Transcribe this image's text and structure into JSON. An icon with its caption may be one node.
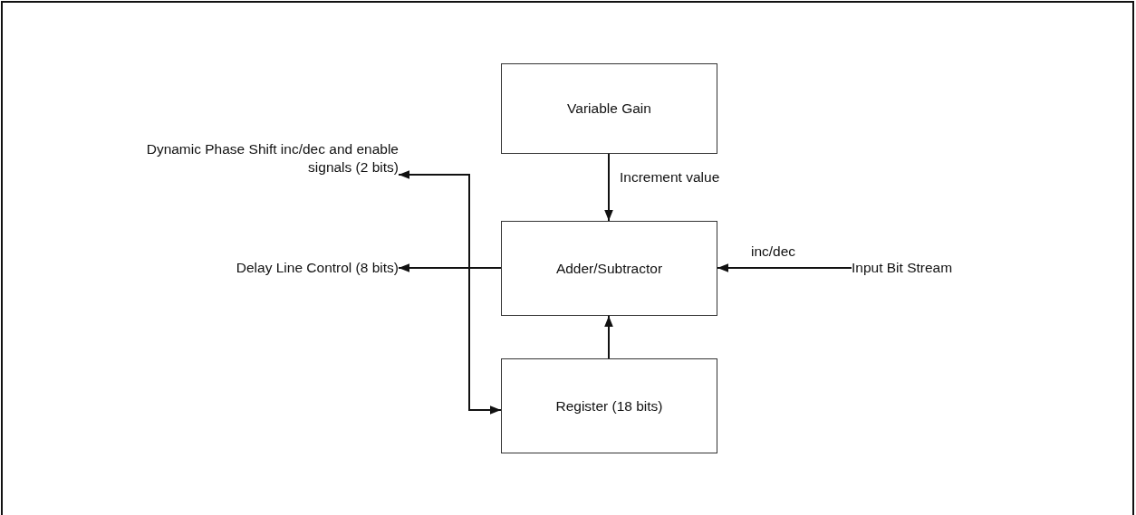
{
  "diagram": {
    "nodes": [
      {
        "text": [
          "Variable Gain"
        ]
      },
      {
        "text": [
          "Dynamic Phase Shift inc/dec and enable signals (2 bits)"
        ]
      },
      {
        "text": [
          "Adder/Subtractor"
        ]
      },
      {
        "text": [
          "Delay Line Control (8 bits)"
        ]
      },
      {
        "text": [
          "Input Bit Stream"
        ]
      },
      {
        "text": [
          "Register (18 bits)"
        ]
      }
    ],
    "edges": [
      {
        "from": 0,
        "to": 2,
        "arrow": "to",
        "label": "Increment value"
      },
      {
        "from": 4,
        "to": 2,
        "arrow": "to",
        "label": "inc/dec"
      },
      {
        "from": 5,
        "to": 2,
        "arrow": "to"
      },
      {
        "from": 2,
        "to": 3,
        "arrow": "to"
      },
      {
        "from": 1,
        "to": 5,
        "arrow": "both"
      }
    ]
  }
}
